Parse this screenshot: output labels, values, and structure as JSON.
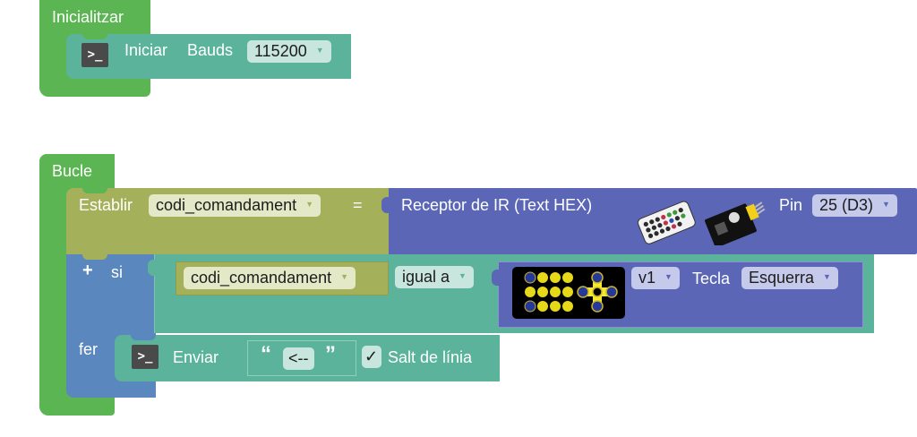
{
  "colors": {
    "green_block": "#5ab552",
    "teal_block": "#5bb39b",
    "olive_block": "#a4b15a",
    "indigo_block": "#5b67b6",
    "blue_block": "#5a87bd",
    "terminal_icon_bg": "#4a4a4a"
  },
  "setup": {
    "title": "Inicialitzar",
    "serial_begin": {
      "label_start": "Iniciar",
      "label_bauds": "Bauds",
      "baud_value": "115200"
    }
  },
  "loop": {
    "title": "Bucle",
    "set_var": {
      "label": "Establir",
      "var_name": "codi_comandament",
      "equals": "=",
      "ir_receiver": {
        "label": "Receptor de IR (Text HEX)",
        "pin_label": "Pin",
        "pin_value": "25 (D3)",
        "image_icon": "ir-remote-and-receiver-image"
      }
    },
    "if_block": {
      "plus": "+",
      "if_label": "si",
      "do_label": "fer",
      "condition": {
        "var_name": "codi_comandament",
        "operator": "igual a",
        "remote_key": {
          "image_icon": "ir-keypad-image",
          "version": "v1",
          "key_label": "Tecla",
          "key_value": "Esquerra"
        }
      },
      "serial_print": {
        "label": "Enviar",
        "open_quote": "“",
        "text_value": "<--",
        "close_quote": "”",
        "newline_checked": "✓",
        "newline_label": "Salt de línia"
      }
    }
  }
}
